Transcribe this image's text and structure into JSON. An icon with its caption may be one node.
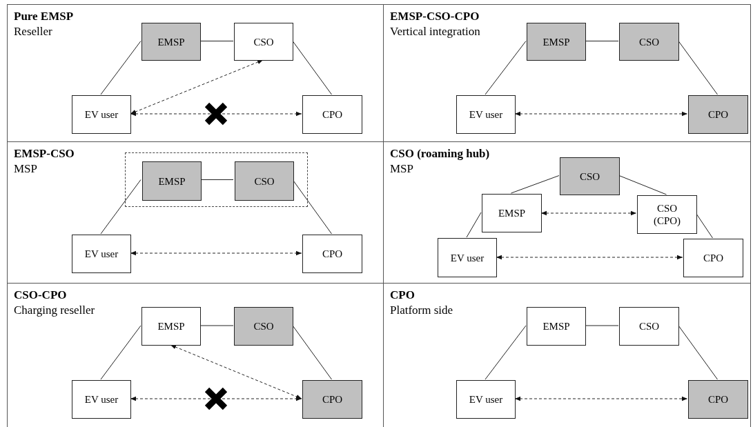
{
  "diagram": {
    "nodes": [
      {
        "text": [
          "Pure EMSP",
          "Reseller"
        ]
      },
      {
        "text": [
          "EMSP"
        ],
        "in": 0
      },
      {
        "text": [
          "CSO"
        ],
        "in": 0
      },
      {
        "text": [
          "EV user"
        ],
        "in": 0
      },
      {
        "text": [
          "CPO"
        ],
        "in": 0
      },
      {
        "text": [
          "EMSP-CSO-CPO",
          "Vertical integration"
        ]
      },
      {
        "text": [
          "EMSP"
        ],
        "in": 5
      },
      {
        "text": [
          "CSO"
        ],
        "in": 5
      },
      {
        "text": [
          "EV user"
        ],
        "in": 5
      },
      {
        "text": [
          "CPO"
        ],
        "in": 5
      },
      {
        "text": [
          "EMSP-CSO",
          "MSP"
        ]
      },
      {
        "text": [],
        "shape": "box",
        "in": 10
      },
      {
        "text": [
          "EMSP"
        ],
        "in": 11
      },
      {
        "text": [
          "CSO"
        ],
        "in": 11
      },
      {
        "text": [
          "EV user"
        ],
        "in": 10
      },
      {
        "text": [
          "CPO"
        ],
        "in": 10
      },
      {
        "text": [
          "CSO (roaming hub)",
          "MSP"
        ]
      },
      {
        "text": [
          "CSO"
        ],
        "in": 16
      },
      {
        "text": [
          "EMSP"
        ],
        "in": 16
      },
      {
        "text": [
          "CSO (CPO)"
        ],
        "in": 16
      },
      {
        "text": [
          "EV user"
        ],
        "in": 16
      },
      {
        "text": [
          "CPO"
        ],
        "in": 16
      },
      {
        "text": [
          "CSO-CPO",
          "Charging reseller"
        ]
      },
      {
        "text": [
          "EMSP"
        ],
        "in": 22
      },
      {
        "text": [
          "CSO"
        ],
        "in": 22
      },
      {
        "text": [
          "EV user"
        ],
        "in": 22
      },
      {
        "text": [
          "CPO"
        ],
        "in": 22
      },
      {
        "text": [
          "CPO",
          "Platform side"
        ]
      },
      {
        "text": [
          "EMSP"
        ],
        "in": 27
      },
      {
        "text": [
          "CSO"
        ],
        "in": 27
      },
      {
        "text": [
          "EV user"
        ],
        "in": 27
      },
      {
        "text": [
          "CPO"
        ],
        "in": 27
      }
    ],
    "edges": [
      {
        "from": 1,
        "to": 2,
        "arrow": "none"
      },
      {
        "from": 3,
        "to": 1,
        "arrow": "none"
      },
      {
        "from": 2,
        "to": 4,
        "arrow": "none"
      },
      {
        "from": 3,
        "to": 2,
        "arrow": "both",
        "style": "dashed"
      },
      {
        "from": 3,
        "to": 4,
        "arrow": "both",
        "style": "dashed"
      },
      {
        "from": 6,
        "to": 7,
        "arrow": "none"
      },
      {
        "from": 8,
        "to": 6,
        "arrow": "none"
      },
      {
        "from": 7,
        "to": 9,
        "arrow": "none"
      },
      {
        "from": 8,
        "to": 9,
        "arrow": "both",
        "style": "dashed"
      },
      {
        "from": 12,
        "to": 13,
        "arrow": "none"
      },
      {
        "from": 14,
        "to": 12,
        "arrow": "none"
      },
      {
        "from": 13,
        "to": 15,
        "arrow": "none"
      },
      {
        "from": 14,
        "to": 15,
        "arrow": "both",
        "style": "dashed"
      },
      {
        "from": 17,
        "to": 18,
        "arrow": "none"
      },
      {
        "from": 17,
        "to": 19,
        "arrow": "none"
      },
      {
        "from": 18,
        "to": 20,
        "arrow": "none"
      },
      {
        "from": 19,
        "to": 21,
        "arrow": "none"
      },
      {
        "from": 18,
        "to": 19,
        "arrow": "both",
        "style": "dashed"
      },
      {
        "from": 20,
        "to": 21,
        "arrow": "both",
        "style": "dashed"
      },
      {
        "from": 23,
        "to": 24,
        "arrow": "none"
      },
      {
        "from": 25,
        "to": 23,
        "arrow": "none"
      },
      {
        "from": 24,
        "to": 26,
        "arrow": "none"
      },
      {
        "from": 23,
        "to": 26,
        "arrow": "both",
        "style": "dashed"
      },
      {
        "from": 25,
        "to": 26,
        "arrow": "both",
        "style": "dashed"
      },
      {
        "from": 28,
        "to": 29,
        "arrow": "none"
      },
      {
        "from": 30,
        "to": 28,
        "arrow": "none"
      },
      {
        "from": 29,
        "to": 31,
        "arrow": "none"
      },
      {
        "from": 30,
        "to": 31,
        "arrow": "both",
        "style": "dashed"
      }
    ]
  }
}
